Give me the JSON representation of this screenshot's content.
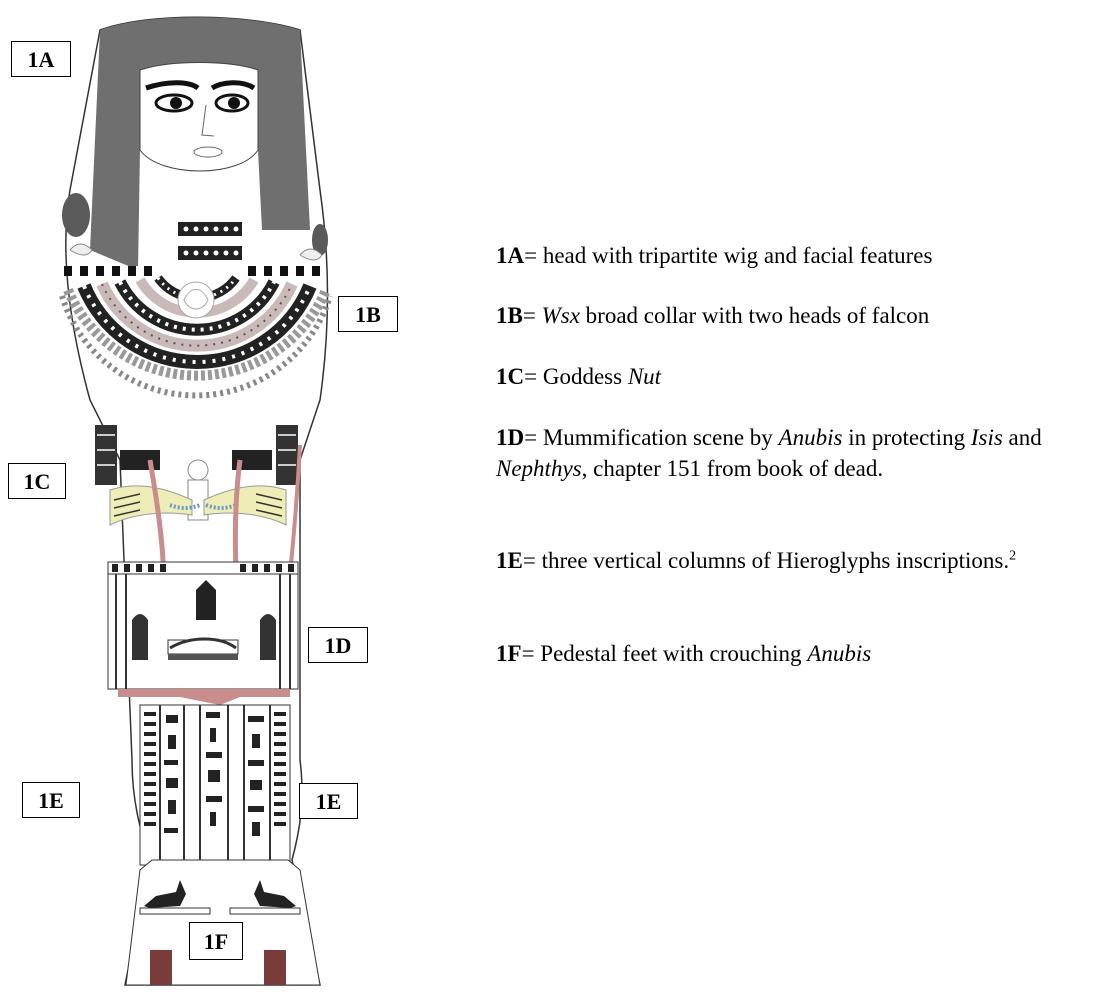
{
  "labels": {
    "l1A": "1A",
    "l1B": "1B",
    "l1C": "1C",
    "l1D": "1D",
    "l1E_left": "1E",
    "l1E_right": "1E",
    "l1F": "1F"
  },
  "legend": {
    "a": {
      "key": "1A",
      "text": "= head with tripartite wig and facial features"
    },
    "b": {
      "key": "1B",
      "pre": "= ",
      "em": "Wsx",
      "post": " broad collar with two heads of falcon"
    },
    "c": {
      "key": "1C",
      "pre": "= Goddess ",
      "em": "Nut"
    },
    "d": {
      "key": "1D",
      "pre": "= Mummification scene by ",
      "em1": "Anubis",
      "mid1": " in protecting ",
      "em2": "Isis",
      "mid2": " and ",
      "em3": "Nephthys",
      "post": ", chapter 151 from book of dead."
    },
    "e": {
      "key": "1E",
      "text": "= three vertical columns of Hieroglyphs inscriptions.",
      "sup": "2"
    },
    "f": {
      "key": "1F",
      "pre": "= Pedestal feet with crouching ",
      "em": "Anubis"
    }
  },
  "colors": {
    "wig": "#6f6f6f",
    "outline": "#222222",
    "collar_pink": "#c9b9b9",
    "band_red": "#c98d8d",
    "wing_yellow": "#eeedb8",
    "pedestal": "#7a3b3b"
  }
}
